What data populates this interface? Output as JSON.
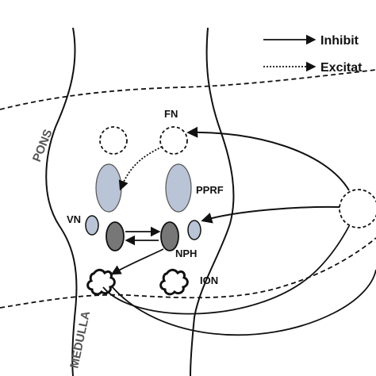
{
  "legend": {
    "inhibit_label": "Inhibit",
    "excite_label": "Excitat"
  },
  "regions": {
    "pons": "PONS",
    "medulla": "MEDULLA"
  },
  "nuclei": {
    "fn": "FN",
    "pprf": "PPRF",
    "vn": "VN",
    "nph": "NPH",
    "ion": "ION"
  },
  "colors": {
    "pprf_fill": "#b9c4d6",
    "vn_fill": "#b9c4d6",
    "dark_nucleus_fill": "#777777",
    "outline": "#111111"
  }
}
